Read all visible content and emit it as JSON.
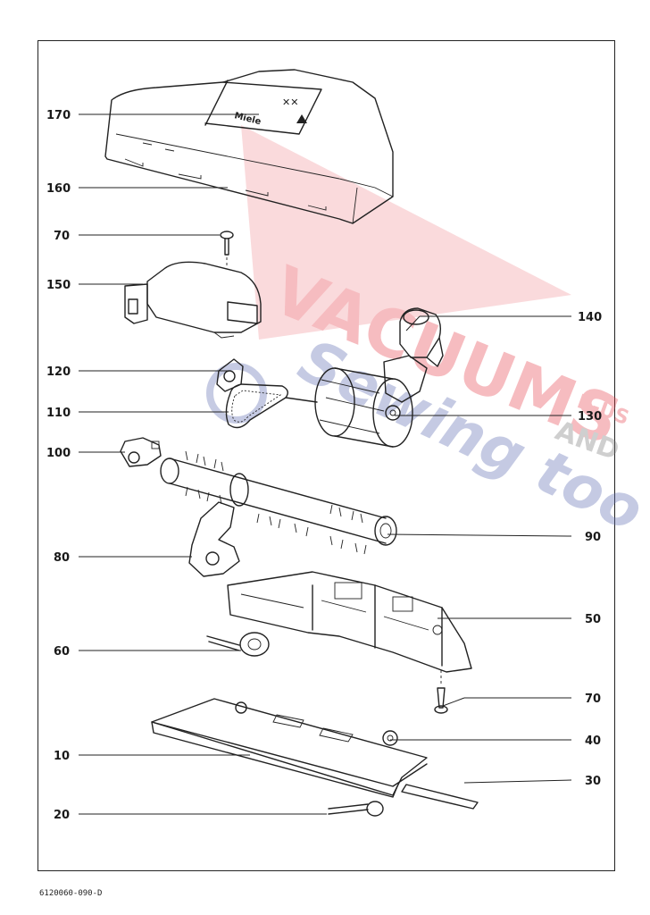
{
  "callouts": {
    "c170": "170",
    "c160": "160",
    "c70a": "70",
    "c150": "150",
    "c140": "140",
    "c120": "120",
    "c110": "110",
    "c130": "130",
    "c100": "100",
    "c90": "90",
    "c80": "80",
    "c50": "50",
    "c60": "60",
    "c70b": "70",
    "c40": "40",
    "c10": "10",
    "c30": "30",
    "c20": "20"
  },
  "brand_on_housing": "Miele",
  "watermark": {
    "line1": "VACUUMS",
    "line2": "Sewing too",
    "tag1": "R-US",
    "tag2": "AND",
    "color_red": "#e8424d",
    "color_blue": "#5b6bb0"
  },
  "footer_code": "6120060-090-D"
}
